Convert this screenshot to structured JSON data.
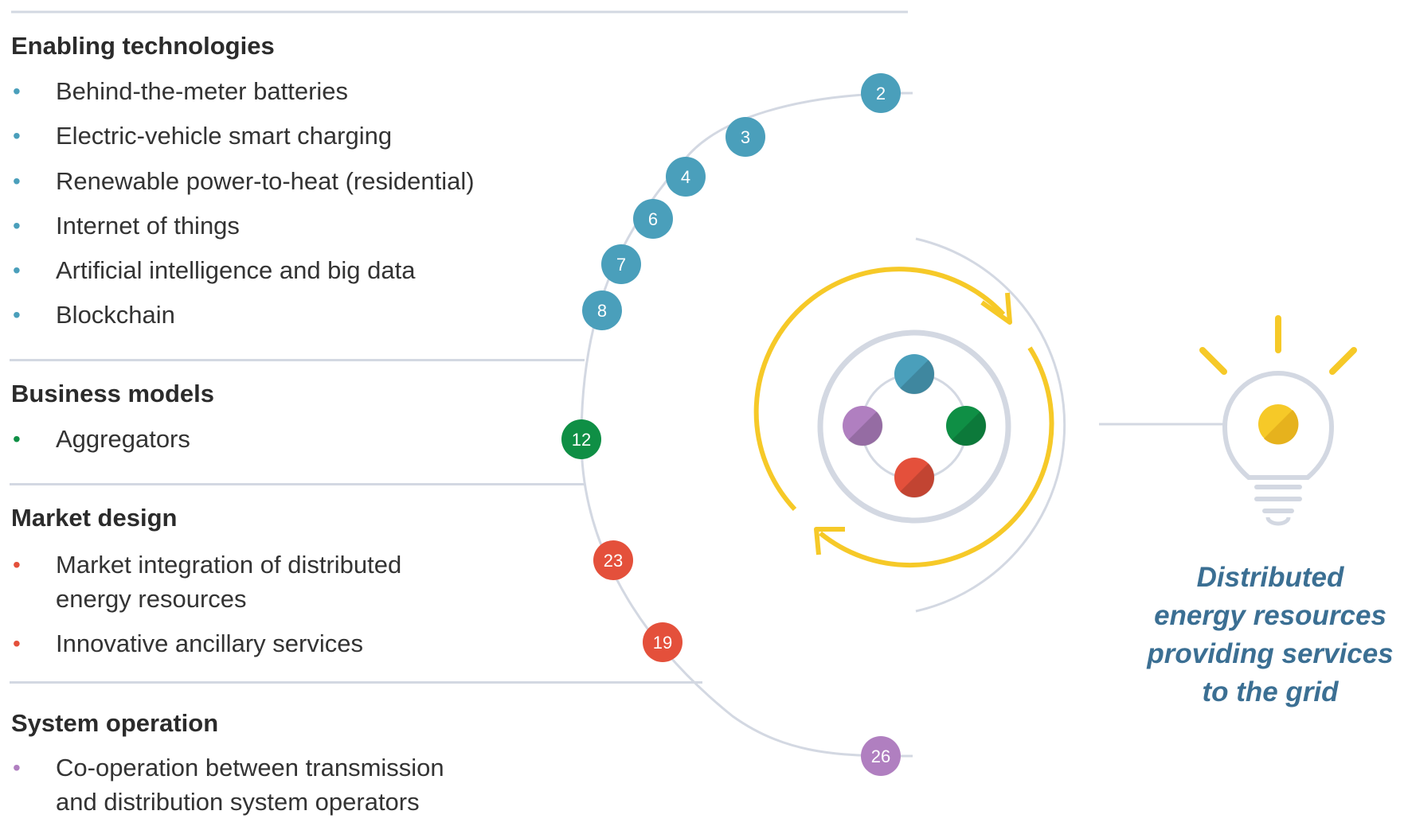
{
  "colors": {
    "enabling": "#4a9fbb",
    "business": "#0f8f45",
    "market": "#e4503b",
    "system": "#b07fc0",
    "accent_yellow": "#f6c928",
    "line_grey": "#d3d8e2",
    "caption_blue": "#3b6f93"
  },
  "sections": [
    {
      "heading": "Enabling technologies",
      "color_key": "enabling",
      "items": [
        {
          "label": "Behind-the-meter batteries",
          "number": "2"
        },
        {
          "label": "Electric-vehicle smart charging",
          "number": "3"
        },
        {
          "label": "Renewable power-to-heat (residential)",
          "number": "4"
        },
        {
          "label": "Internet of things",
          "number": "6"
        },
        {
          "label": "Artificial intelligence and big data",
          "number": "7"
        },
        {
          "label": "Blockchain",
          "number": "8"
        }
      ]
    },
    {
      "heading": "Business models",
      "color_key": "business",
      "items": [
        {
          "label": "Aggregators",
          "number": "12"
        }
      ]
    },
    {
      "heading": "Market design",
      "color_key": "market",
      "items": [
        {
          "label_lines": [
            "Market integration of distributed",
            "energy resources"
          ],
          "number": "23"
        },
        {
          "label": "Innovative ancillary services",
          "number": "19"
        }
      ]
    },
    {
      "heading": "System operation",
      "color_key": "system",
      "items": [
        {
          "label_lines": [
            "Co-operation between transmission",
            "and distribution system operators"
          ],
          "number": "26"
        }
      ]
    }
  ],
  "bullet_glyph": "•",
  "hub": {
    "dots": [
      "enabling",
      "business",
      "market",
      "system"
    ],
    "icon": "light-bulb-icon"
  },
  "caption": [
    "Distributed",
    "energy resources",
    "providing services",
    "to the grid"
  ]
}
